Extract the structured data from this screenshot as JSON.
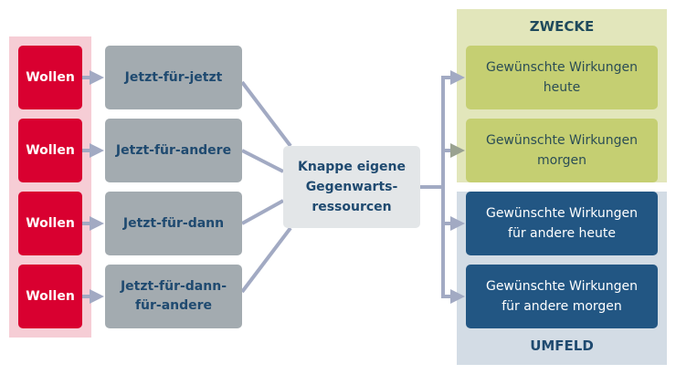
{
  "colors": {
    "wollen_fill": "#d90030",
    "wollen_band": "#f6cdd5",
    "jetzt_fill": "#a3abb0",
    "center_fill": "#e3e6e8",
    "zwecke_panel": "#e2e6bb",
    "zwecke_box": "#c5cf72",
    "umfeld_panel": "#d3dce5",
    "umfeld_box": "#225683",
    "connector": "#a2aac3",
    "dark_text": "#1f4a70"
  },
  "left": {
    "wollen": [
      {
        "label": "Wollen"
      },
      {
        "label": "Wollen"
      },
      {
        "label": "Wollen"
      },
      {
        "label": "Wollen"
      }
    ],
    "jetzt": [
      {
        "label": "Jetzt-für-jetzt"
      },
      {
        "label": "Jetzt-für-andere"
      },
      {
        "label": "Jetzt-für-dann"
      },
      {
        "label": "Jetzt-für-dann-\nfür-andere"
      }
    ]
  },
  "center": {
    "label": "Knappe eigene\nGegenwarts-\nressourcen"
  },
  "right": {
    "zwecke": {
      "title": "ZWECKE",
      "items": [
        {
          "label": "Gewünschte Wirkungen\nheute"
        },
        {
          "label": "Gewünschte Wirkungen\nmorgen"
        }
      ]
    },
    "umfeld": {
      "title": "UMFELD",
      "items": [
        {
          "label": "Gewünschte Wirkungen\nfür andere heute"
        },
        {
          "label": "Gewünschte Wirkungen\nfür andere morgen"
        }
      ]
    }
  }
}
